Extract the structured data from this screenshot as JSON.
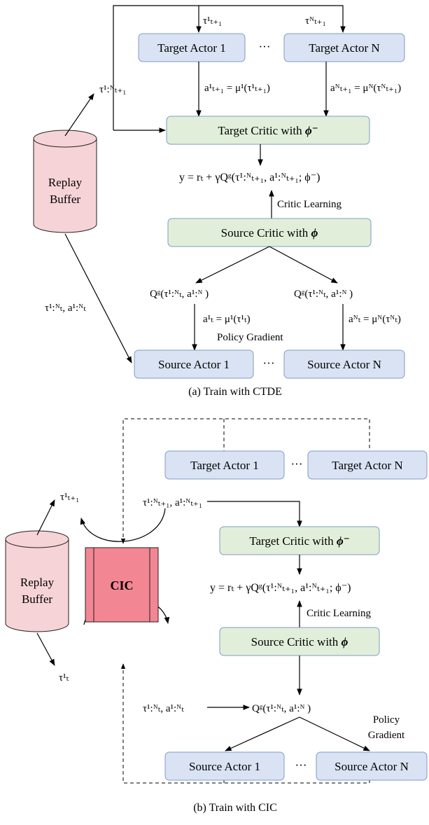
{
  "colors": {
    "actor_fill": "#d9e3f3",
    "actor_stroke": "#7f9bc8",
    "critic_fill": "#e1efda",
    "critic_stroke": "#7f9bc8",
    "buffer_fill": "#f6d3d7",
    "buffer_stroke": "#222222",
    "cic_fill": "#f28693"
  },
  "panel_a": {
    "caption": "(a) Train with CTDE",
    "target_actor_1": "Target Actor 1",
    "target_actor_n": "Target Actor N",
    "ellipsis_top": "···",
    "target_critic": "Target Critic with ",
    "target_critic_phi": "ϕ⁻",
    "y_formula": "y = rₜ + γQᵍ(τ¹:ᴺₜ₊₁, a¹:ᴺₜ₊₁; ϕ⁻)",
    "critic_learning": "Critic Learning",
    "source_critic": "Source Critic with ",
    "source_critic_phi": "ϕ",
    "replay_buffer_line1": "Replay",
    "replay_buffer_line2": "Buffer",
    "tau_top_left": "τ¹:ᴺₜ₊₁",
    "tau1_next": "τ¹ₜ₊₁",
    "tauN_next": "τᴺₜ₊₁",
    "a1_next": "a¹ₜ₊₁ = μ¹(τ¹ₜ₊₁)",
    "aN_next": "aᴺₜ₊₁ = μᴺ(τᴺₜ₊₁)",
    "q_left": "Qᵍ(τ¹:ᴺₜ, a¹:ᴺ )",
    "q_right": "Qᵍ(τ¹:ᴺₜ, a¹:ᴺ )",
    "a1_t": "a¹ₜ = μ¹(τ¹ₜ)",
    "aN_t": "aᴺₜ = μᴺ(τᴺₜ)",
    "policy_gradient": "Policy Gradient",
    "tau_a_left": "τ¹:ᴺₜ, a¹:ᴺₜ",
    "source_actor_1": "Source Actor 1",
    "source_actor_n": "Source Actor N",
    "ellipsis_bottom": "···"
  },
  "panel_b": {
    "caption": "(b) Train with CIC",
    "target_actor_1": "Target Actor 1",
    "target_actor_n": "Target Actor N",
    "ellipsis_top": "···",
    "tau_a_next": "τ¹:ᴺₜ₊₁, a¹:ᴺₜ₊₁",
    "tau1_next": "τ¹ₜ₊₁",
    "target_critic": "Target Critic with ",
    "target_critic_phi": "ϕ⁻",
    "y_formula": "y = rₜ + γQᵍ(τ¹:ᴺₜ₊₁, a¹:ᴺₜ₊₁; ϕ⁻)",
    "critic_learning": "Critic Learning",
    "source_critic": "Source Critic with ",
    "source_critic_phi": "ϕ",
    "replay_buffer_line1": "Replay",
    "replay_buffer_line2": "Buffer",
    "cic_label": "CIC",
    "tau1_t": "τ¹ₜ",
    "tau_a_t": "τ¹:ᴺₜ, a¹:ᴺₜ",
    "q_mid": "Qᵍ(τ¹:ᴺₜ, a¹:ᴺ )",
    "policy_gradient_line1": "Policy",
    "policy_gradient_line2": "Gradient",
    "source_actor_1": "Source Actor 1",
    "source_actor_n": "Source Actor N",
    "ellipsis_bottom": "···"
  }
}
